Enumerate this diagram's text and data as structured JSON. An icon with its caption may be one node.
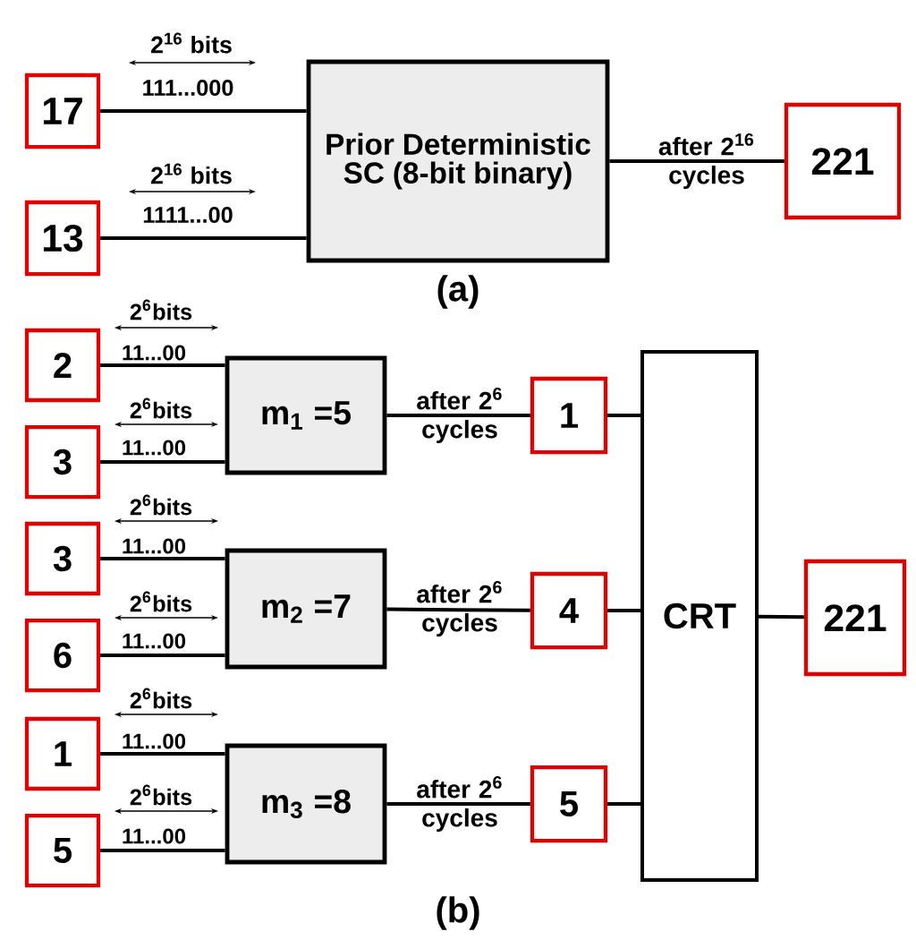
{
  "diagram": {
    "nodes": [
      {
        "text": [
          "17"
        ]
      },
      {
        "text": [
          "13"
        ]
      },
      {
        "text": [
          "Prior Deterministic SC (8-bit binary)"
        ]
      },
      {
        "text": [
          "221"
        ]
      },
      {
        "text": [
          "2"
        ]
      },
      {
        "text": [
          "3"
        ]
      },
      {
        "text": [
          "m$_{1}$ =5"
        ]
      },
      {
        "text": [
          "1"
        ]
      },
      {
        "text": [
          "3"
        ]
      },
      {
        "text": [
          "6"
        ]
      },
      {
        "text": [
          "m$_{2}$ =7"
        ]
      },
      {
        "text": [
          "4"
        ]
      },
      {
        "text": [
          "1"
        ]
      },
      {
        "text": [
          "5"
        ]
      },
      {
        "text": [
          "m$_{3}$ =8"
        ]
      },
      {
        "text": [
          "5"
        ]
      },
      {
        "text": [
          "CRT"
        ]
      },
      {
        "text": [
          "221"
        ]
      }
    ],
    "edges": [
      {
        "from": 0,
        "to": 2,
        "arrow": "none",
        "label": "111...000"
      },
      {
        "from": 1,
        "to": 2,
        "arrow": "none",
        "label": "1111...00"
      },
      {
        "from": 2,
        "to": 3,
        "arrow": "none",
        "label": "after 2$^{16}$ cycles"
      },
      {
        "from": 4,
        "to": 6,
        "arrow": "none",
        "label": "11...00"
      },
      {
        "from": 5,
        "to": 6,
        "arrow": "none",
        "label": "11...00"
      },
      {
        "from": 6,
        "to": 7,
        "arrow": "none",
        "label": "after 2$^{6}$ cycles"
      },
      {
        "from": 8,
        "to": 10,
        "arrow": "none",
        "label": "11...00"
      },
      {
        "from": 9,
        "to": 10,
        "arrow": "none",
        "label": "11...00"
      },
      {
        "from": 10,
        "to": 11,
        "arrow": "none",
        "label": "after 2$^{6}$ cycles"
      },
      {
        "from": 12,
        "to": 14,
        "arrow": "none",
        "label": "11...00"
      },
      {
        "from": 13,
        "to": 14,
        "arrow": "none",
        "label": "11...00"
      },
      {
        "from": 14,
        "to": 15,
        "arrow": "none",
        "label": "after 2$^{6}$ cycles"
      },
      {
        "from": 7,
        "to": 16,
        "arrow": "none"
      },
      {
        "from": 11,
        "to": 16,
        "arrow": "none"
      },
      {
        "from": 15,
        "to": 16,
        "arrow": "none"
      },
      {
        "from": 16,
        "to": 17,
        "arrow": "none"
      }
    ],
    "labels": [
      "2$^{16}$ bits",
      "2$^{16}$ bits",
      "(a)",
      "2$^{6}$bits",
      "2$^{6}$bits",
      "2$^{6}$bits",
      "2$^{6}$bits",
      "2$^{6}$bits",
      "2$^{6}$bits",
      "(b)"
    ]
  }
}
